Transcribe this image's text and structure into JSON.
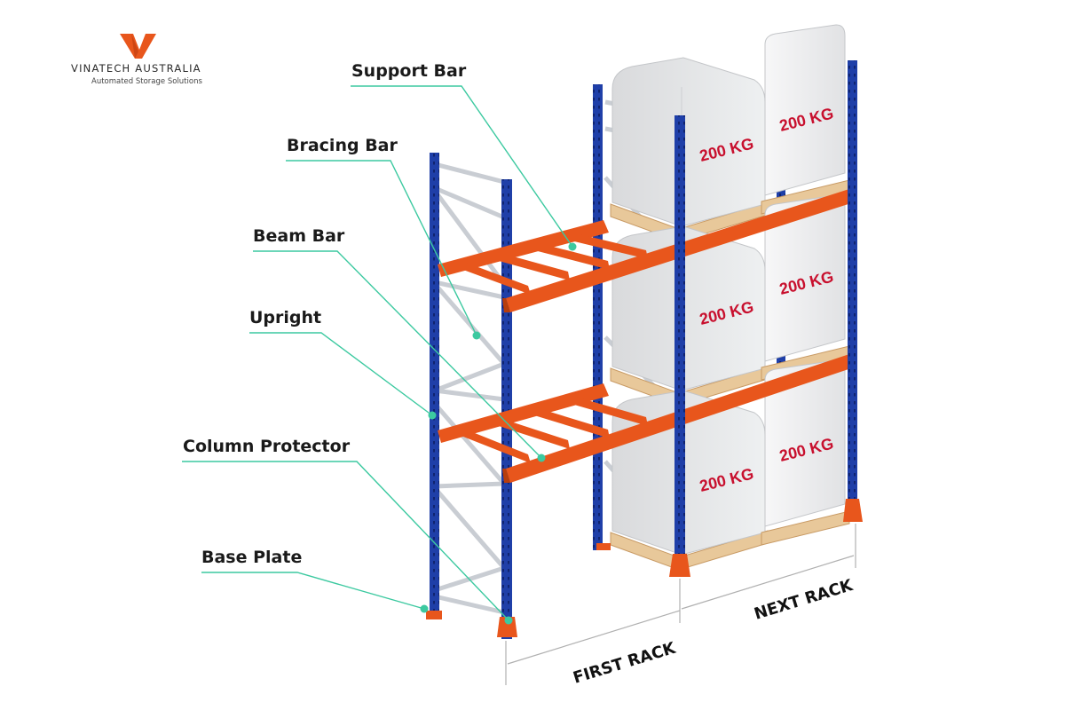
{
  "brand": {
    "name": "VINATECH AUSTRALIA",
    "tagline": "Automated Storage Solutions"
  },
  "callouts": [
    {
      "id": "support-bar",
      "label": "Support Bar"
    },
    {
      "id": "bracing-bar",
      "label": "Bracing Bar"
    },
    {
      "id": "beam-bar",
      "label": "Beam Bar"
    },
    {
      "id": "upright",
      "label": "Upright"
    },
    {
      "id": "column-protector",
      "label": "Column Protector"
    },
    {
      "id": "base-plate",
      "label": "Base Plate"
    }
  ],
  "load_label": "200 KG",
  "dimensions": {
    "first_rack": "FIRST RACK",
    "next_rack": "NEXT RACK"
  },
  "colors": {
    "upright": "#1f3fa8",
    "beam": "#e8561c",
    "bracing": "#c9cdd3",
    "callout_line": "#3cc9a0",
    "pallet": "#e8c89a",
    "brand": "#e8561c"
  }
}
